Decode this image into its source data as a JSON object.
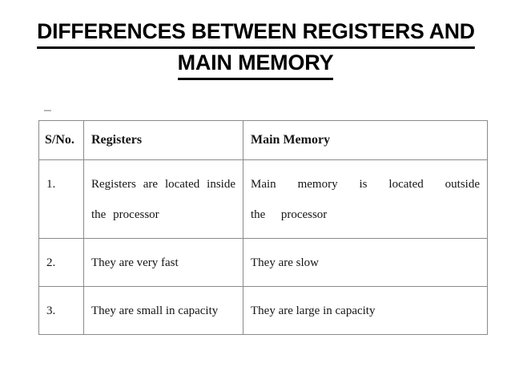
{
  "slide": {
    "background_color": "#ffffff",
    "text_color": "#151515",
    "title": {
      "line1": "DIFFERENCES BETWEEN REGISTERS AND",
      "line2": "MAIN MEMORY",
      "full": "DIFFERENCES BETWEEN REGISTERS AND MAIN MEMORY",
      "color": "#000000",
      "underlined": true
    }
  },
  "table": {
    "border_color": "#8a8a8a",
    "headers": {
      "serial": "S/No.",
      "registers": "Registers",
      "main_memory": "Main Memory"
    },
    "rows": [
      {
        "serial": "1.",
        "registers": "Registers are located inside the processor",
        "registers_line1": "Registers are located inside",
        "registers_line2": "the processor",
        "main_memory": "Main memory is located outside the processor",
        "main_memory_line1": "Main memory is located outside the",
        "main_memory_line2": "processor"
      },
      {
        "serial": "2.",
        "registers": "They are very fast",
        "main_memory": "They are slow"
      },
      {
        "serial": "3.",
        "registers": "They are small in capacity",
        "main_memory": "They are large in capacity"
      }
    ]
  }
}
